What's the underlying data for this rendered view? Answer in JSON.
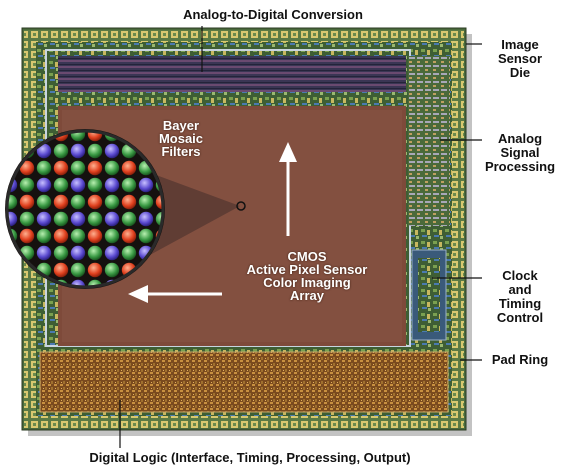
{
  "labels": {
    "top": "Analog-to-Digital Conversion",
    "image_sensor_die": [
      "Image",
      "Sensor",
      "Die"
    ],
    "analog_signal_processing": [
      "Analog",
      "Signal",
      "Processing"
    ],
    "clock_timing_control": [
      "Clock",
      "and",
      "Timing",
      "Control"
    ],
    "pad_ring": "Pad Ring",
    "bayer_filters": [
      "Bayer",
      "Mosaic",
      "Filters"
    ],
    "cmos_array": [
      "CMOS",
      "Active Pixel Sensor",
      "Color Imaging",
      "Array"
    ],
    "bottom": "Digital Logic (Interface, Timing, Processing, Output)"
  },
  "colors": {
    "pixel_array": "#7e4a3a",
    "die_green": "#4f6f3f",
    "adc_band": "#3c3a57",
    "digital_logic": "#8a5a22",
    "bayer_red": "#e0401e",
    "bayer_green": "#3a9a44",
    "bayer_blue": "#5b4ad0"
  }
}
